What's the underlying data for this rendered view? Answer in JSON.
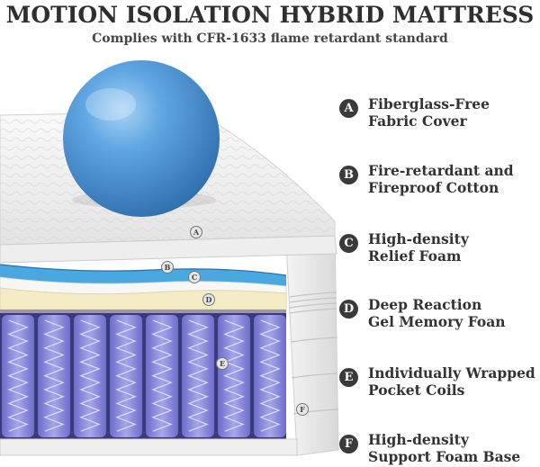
{
  "title": "MOTION ISOLATION HYBRID MATTRESS",
  "subtitle": "Complies with CFR-1633 flame retardant standard",
  "colors": {
    "badge": "#3a3a3a",
    "ball": "#4f95d6",
    "gel_foam": "#49a8e0",
    "memory_foam": "#f3ecc4",
    "coil_fabric": "#7f7fd6",
    "cover": "#f1f1f1"
  },
  "layers": [
    {
      "letter": "A",
      "line1": "Fiberglass-Free",
      "line2": "Fabric Cover"
    },
    {
      "letter": "B",
      "line1": "Fire-retardant and",
      "line2": "Fireproof Cotton"
    },
    {
      "letter": "C",
      "line1": "High-density",
      "line2": "Relief Foam"
    },
    {
      "letter": "D",
      "line1": "Deep Reaction",
      "line2": "Gel Memory Foan"
    },
    {
      "letter": "E",
      "line1": "Individually Wrapped",
      "line2": "Pocket Coils"
    },
    {
      "letter": "F",
      "line1": "High-density",
      "line2": "Support Foam Base"
    }
  ]
}
